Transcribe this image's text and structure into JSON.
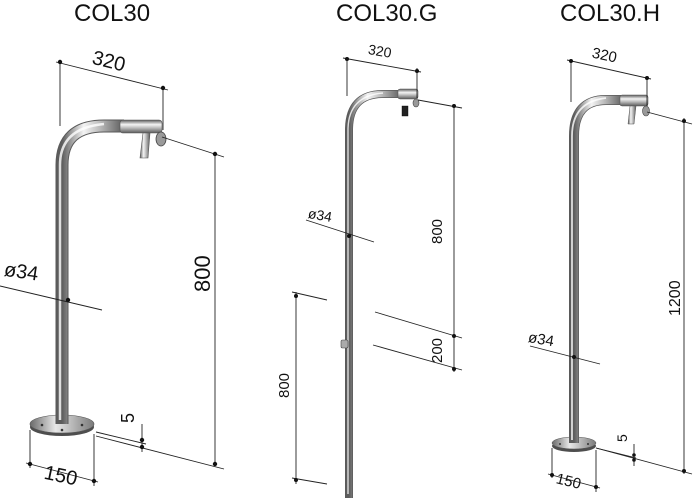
{
  "products": [
    {
      "name": "COL30",
      "dims": {
        "spout_length": "320",
        "height": "800",
        "pipe_diameter": "ø34",
        "base_thickness": "5",
        "base_diameter": "150"
      }
    },
    {
      "name": "COL30.G",
      "dims": {
        "spout_length": "320",
        "upper_height": "800",
        "pipe_diameter": "ø34",
        "lower_offset": "200",
        "ground_height": "800"
      }
    },
    {
      "name": "COL30.H",
      "dims": {
        "spout_length": "320",
        "height": "1200",
        "pipe_diameter": "ø34",
        "base_thickness": "5",
        "base_diameter": "150"
      }
    }
  ],
  "colors": {
    "pipe_dark": "#6e6e6e",
    "pipe_light": "#f2f2f2",
    "line": "#222222"
  }
}
